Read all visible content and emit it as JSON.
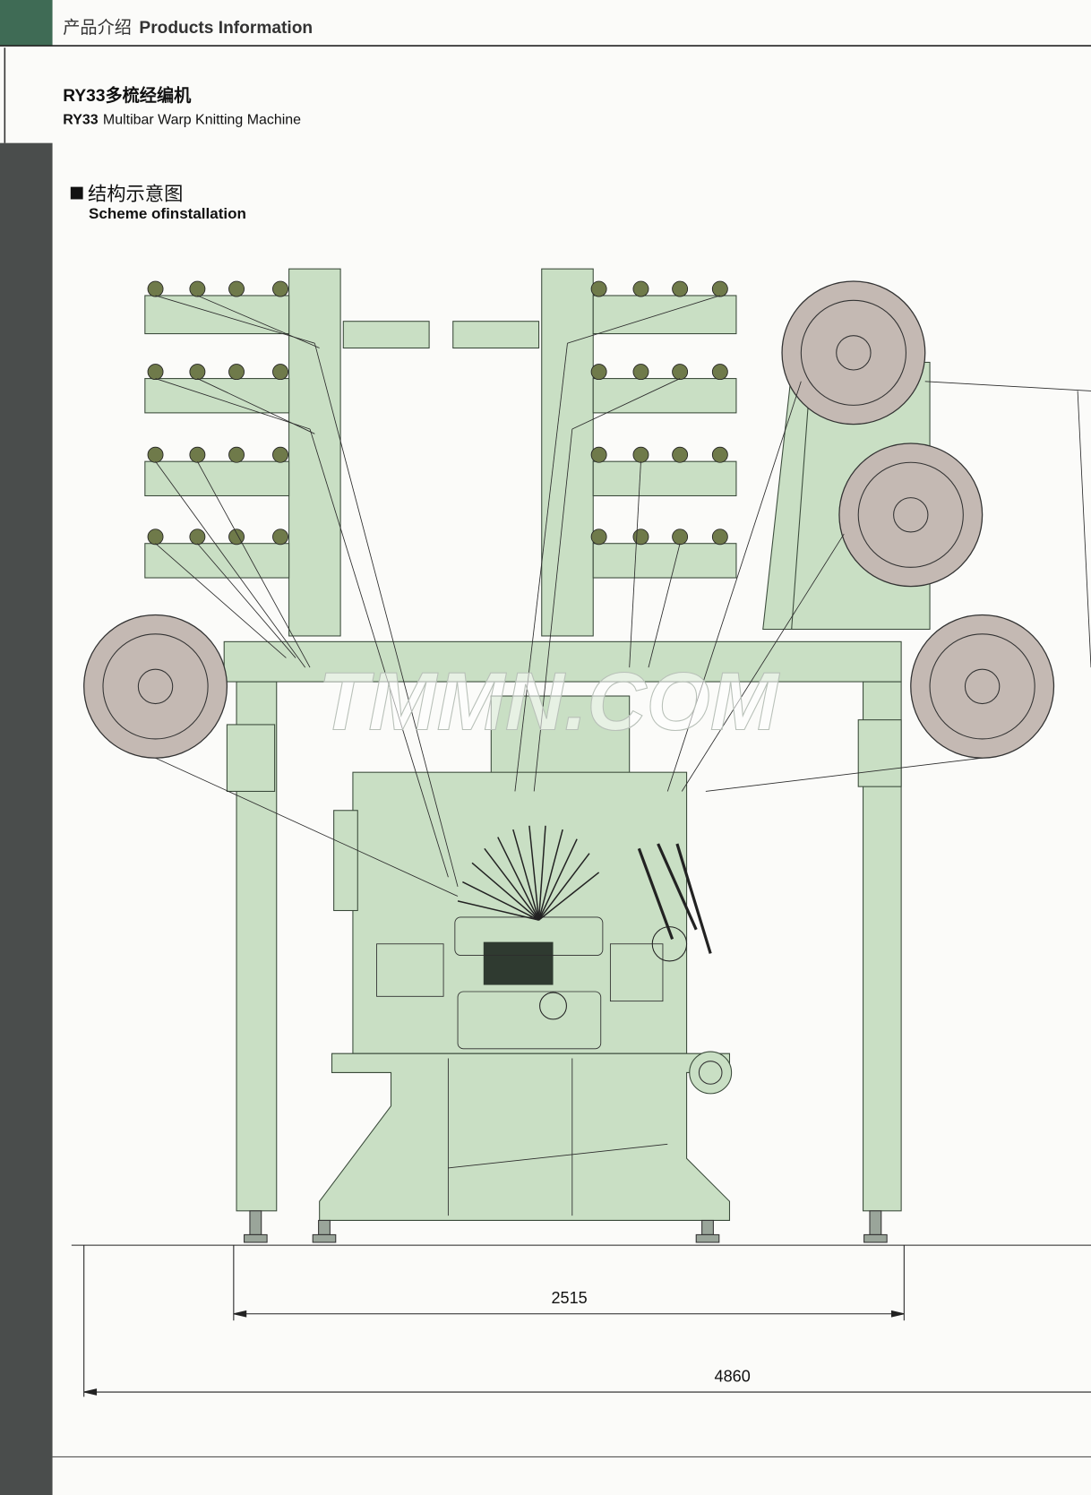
{
  "header": {
    "section_cn": "产品介绍",
    "section_en": "Products Information"
  },
  "product": {
    "title_cn": "RY33多梳经编机",
    "model": "RY33",
    "title_en": "Multibar Warp Knitting Machine"
  },
  "scheme": {
    "title_cn": "结构示意图",
    "title_en": "Scheme ofinstallation"
  },
  "dimensions": {
    "inner_width": "2515",
    "overall_width": "4860"
  },
  "watermark": "TMMN.COM",
  "colors": {
    "machine_green": "#c9dfc4",
    "header_green": "#3f6b55",
    "side_bar": "#4a4d4c"
  }
}
